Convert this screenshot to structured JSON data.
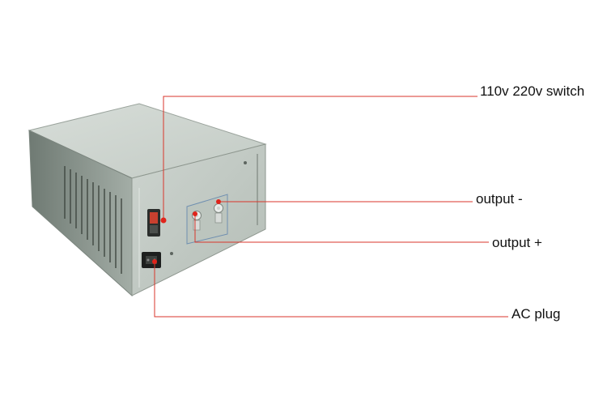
{
  "callouts": {
    "switch": "110v 220v switch",
    "output_minus": "output -",
    "output_plus": "output +",
    "ac_plug": "AC plug"
  },
  "colors": {
    "leader_line": "#d9362b",
    "casing_light": "#c9d0cb",
    "casing_mid": "#aab4ad",
    "casing_dark": "#7f8a83",
    "background": "#ffffff"
  },
  "icons": [
    "rocker-switch-icon",
    "binding-post-icon",
    "iec-socket-icon",
    "vent-grille-icon"
  ]
}
